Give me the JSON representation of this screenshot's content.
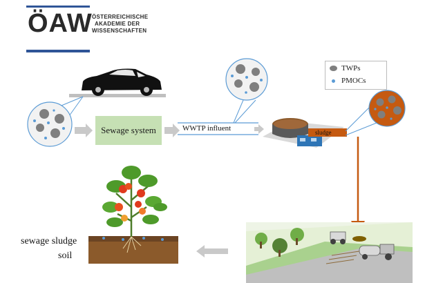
{
  "logo": {
    "letters": "ÖAW",
    "name_line1": "ÖSTERREICHISCHE",
    "name_line2": "AKADEMIE DER",
    "name_line3": "WISSENSCHAFTEN",
    "brand_color": "#2f5597"
  },
  "diagram": {
    "sewage_system": "Sewage system",
    "wwtp_influent": "WWTP influent",
    "sludge": "sludge",
    "soil_labels": {
      "sewage_sludge": "sewage sludge",
      "soil": "soil"
    }
  },
  "legend": {
    "twps": "TWPs",
    "pmocs": "PMOCs"
  },
  "colors": {
    "arrow_gray": "#c9c9c9",
    "sludge_orange": "#c55a11",
    "particle_blue": "#5b9bd5",
    "twp_gray": "#7f7f7f",
    "box_green": "#c6e0b4"
  }
}
